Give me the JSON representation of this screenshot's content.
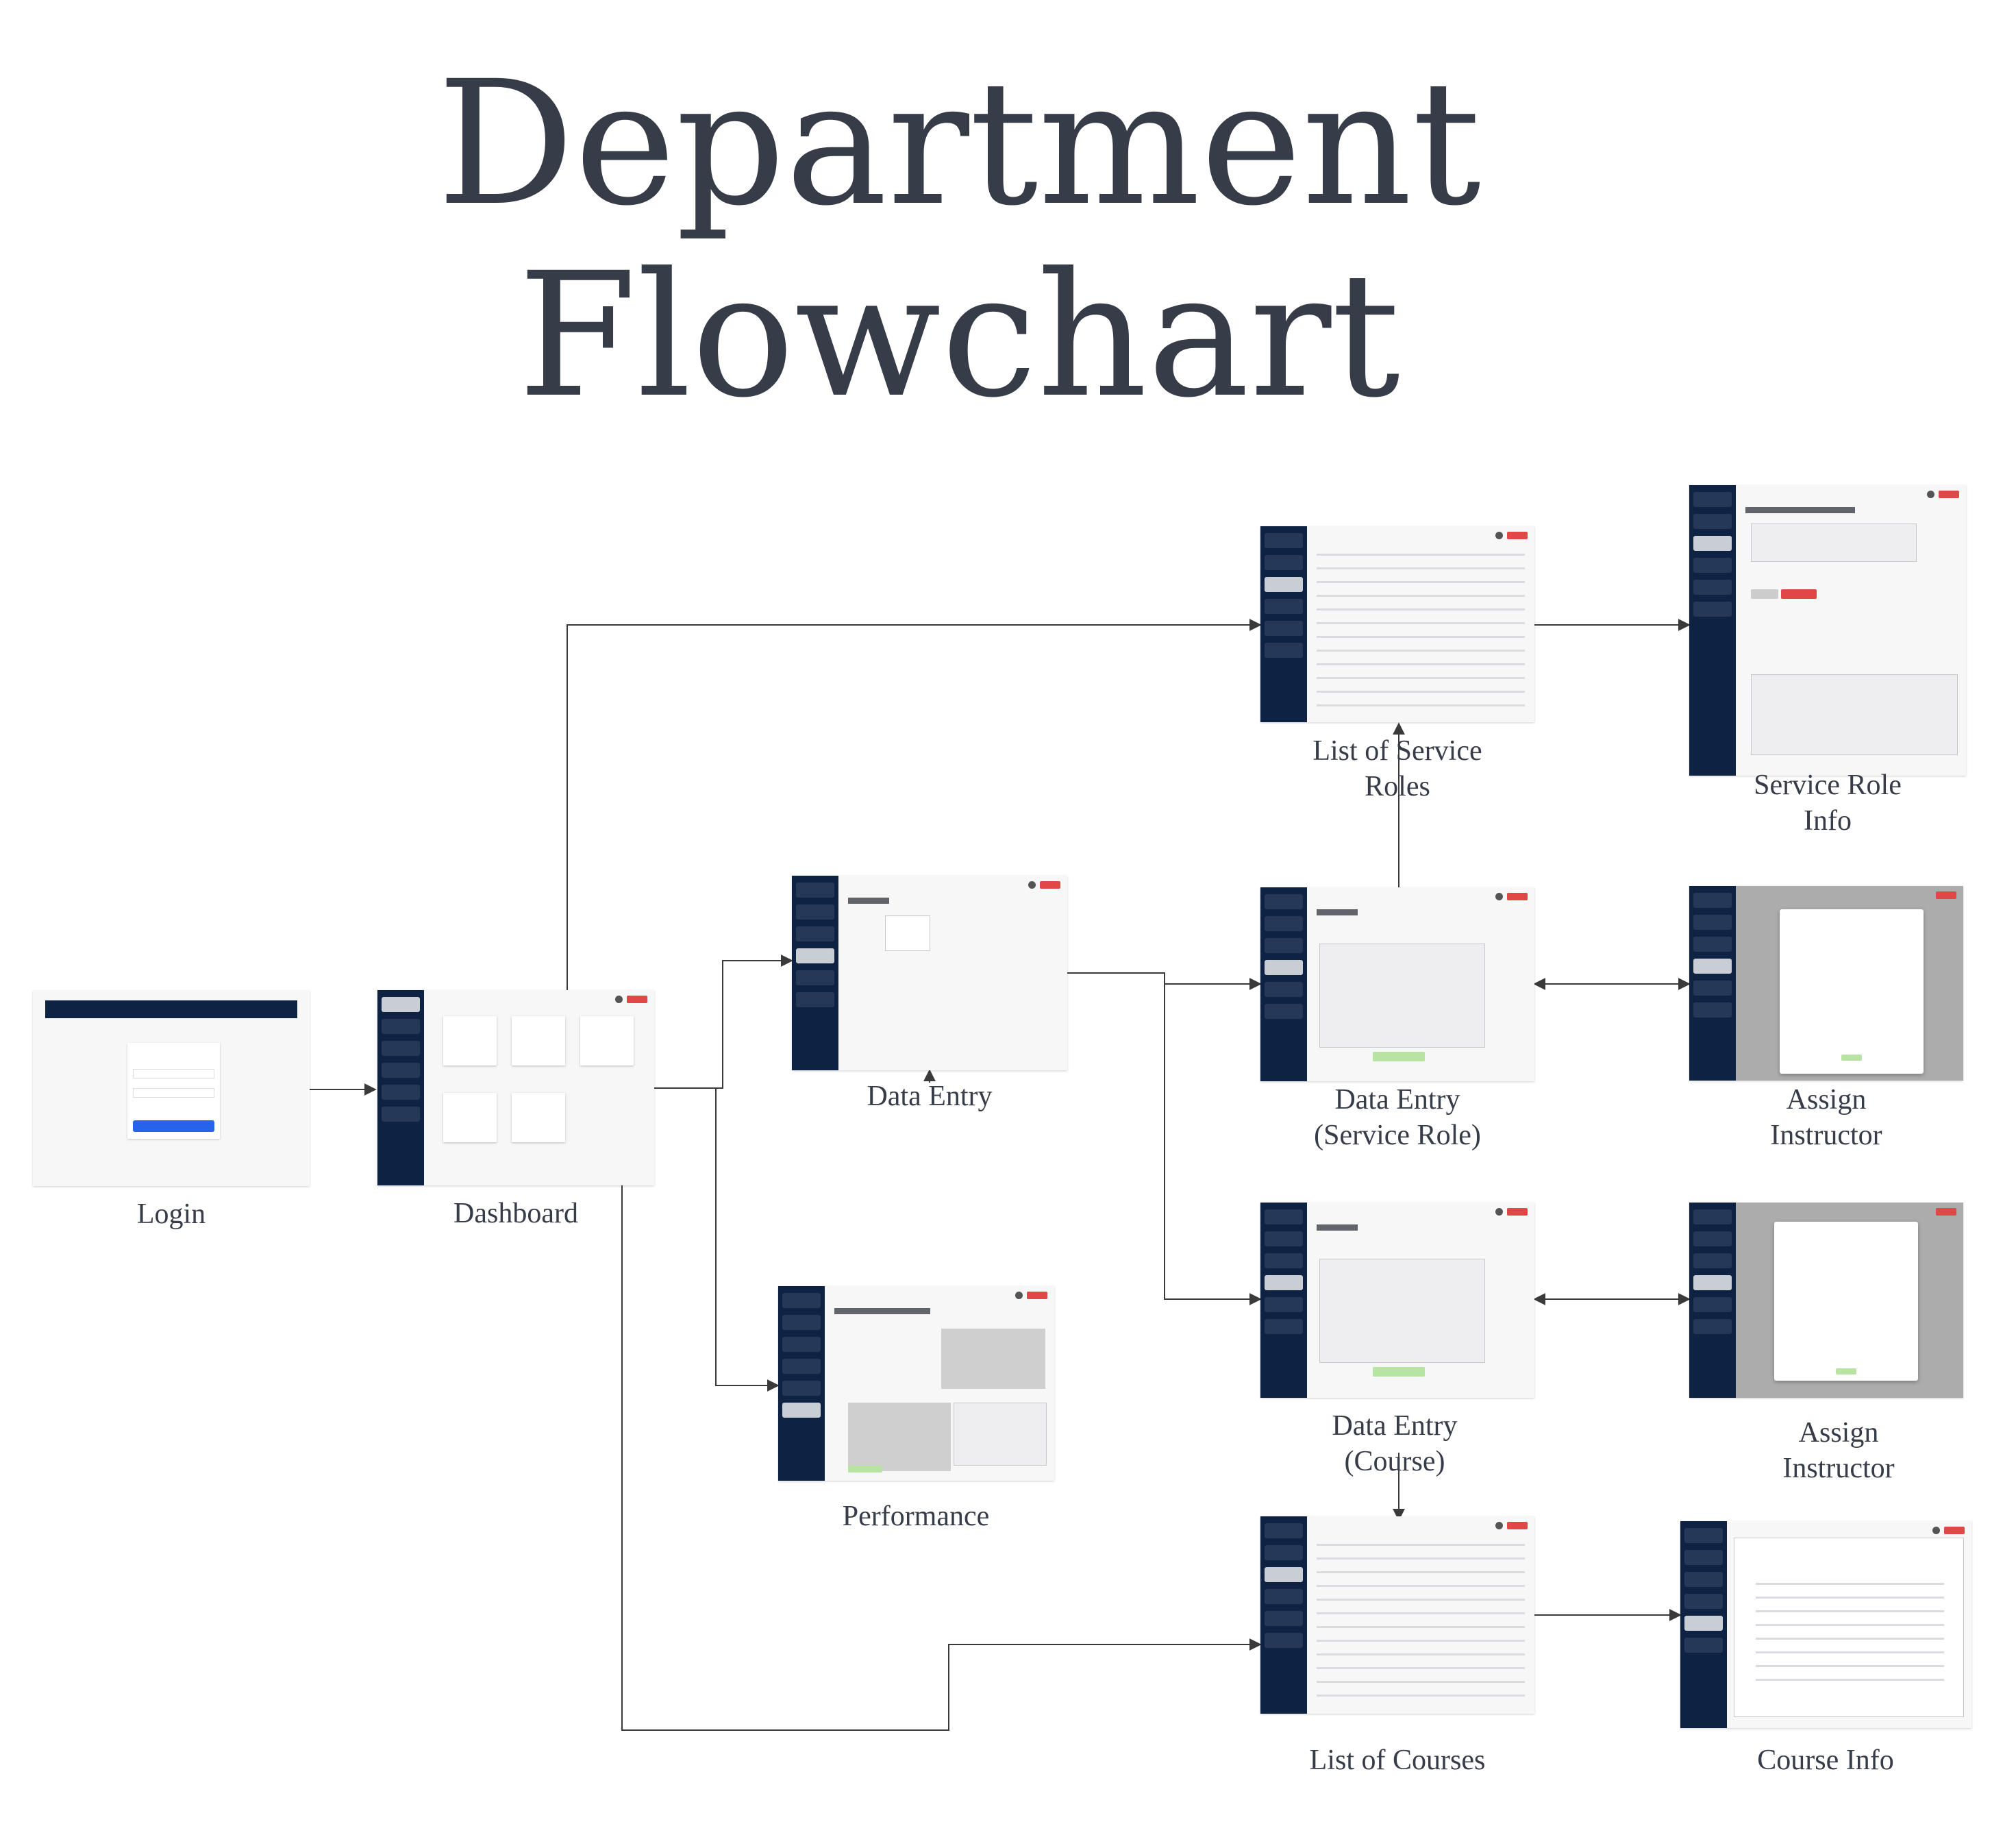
{
  "title_lines": [
    "Department",
    "Flowchart"
  ],
  "nodes": {
    "login": "Login",
    "dashboard": "Dashboard",
    "data_entry": "Data Entry",
    "performance": "Performance",
    "list_service_roles": [
      "List of Service",
      "Roles"
    ],
    "service_role_info": [
      "Service Role",
      "Info"
    ],
    "data_entry_service_role": [
      "Data Entry",
      "(Service Role)"
    ],
    "assign_instructor_1": [
      "Assign",
      "Instructor"
    ],
    "data_entry_course": [
      "Data Entry",
      "(Course)"
    ],
    "assign_instructor_2": [
      "Assign",
      "Instructor"
    ],
    "list_courses": "List of Courses",
    "course_info": "Course Info"
  },
  "colors": {
    "sidebar": "#0e2244",
    "logout": "#e04848",
    "finish": "#b7e4a2",
    "text": "#363c48",
    "edge": "#3a3a3a"
  }
}
